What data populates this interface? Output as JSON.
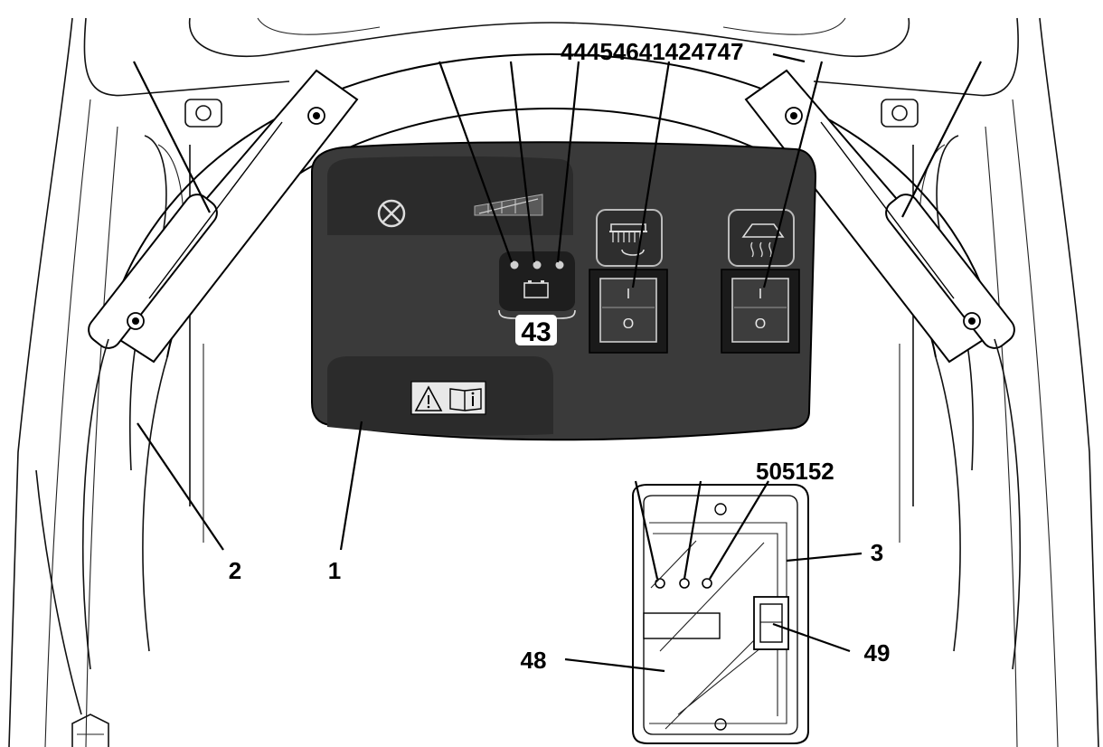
{
  "callouts": {
    "c1": "1",
    "c2": "2",
    "c3": "3",
    "c43": "43",
    "c48": "48",
    "c49": "49",
    "top_row": "4445464142474​7",
    "lower_row": "505152"
  },
  "switch_on": "I",
  "switch_off": "O",
  "colors": {
    "panel": "#3a3a3a",
    "panel_dark": "#2b2b2b",
    "line": "#000000",
    "background": "#ffffff"
  },
  "icons": {
    "no_tool": "crossed-circle-icon",
    "battery": "battery-icon",
    "warning": "warning-triangle-icon",
    "manual": "manual-info-icon",
    "brush": "brush-icon",
    "vacuum": "vacuum-icon"
  }
}
